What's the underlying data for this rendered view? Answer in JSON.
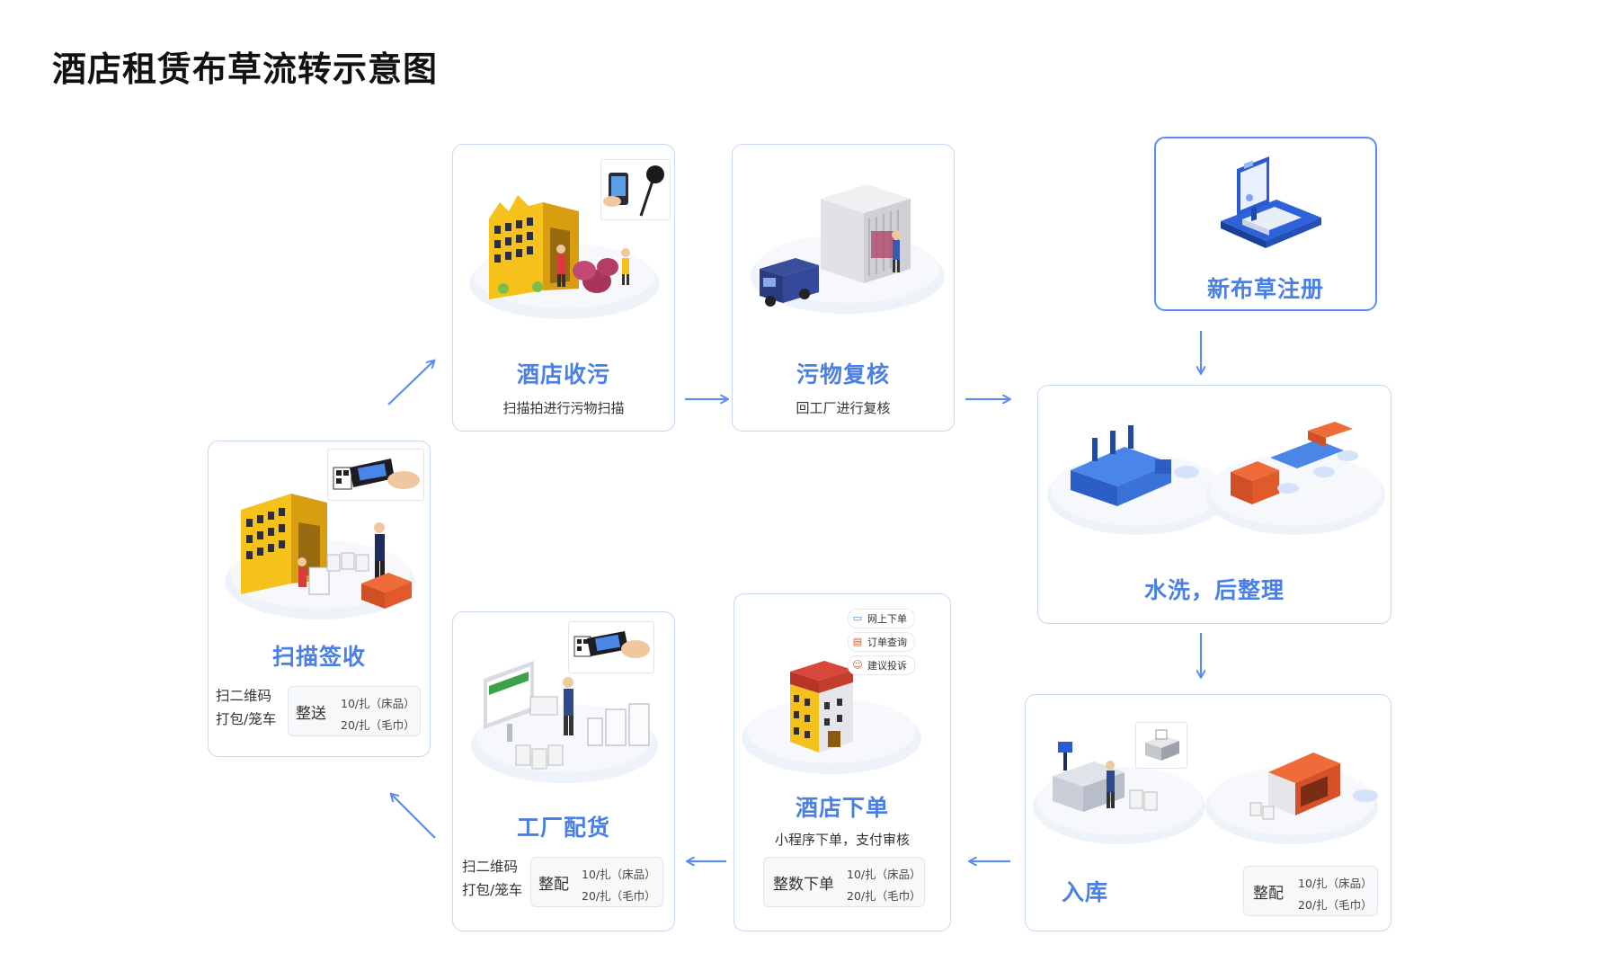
{
  "title": "酒店租赁布草流转示意图",
  "nodes": {
    "register": {
      "title": "新布草注册"
    },
    "collect": {
      "title": "酒店收污",
      "subtitle": "扫描拍进行污物扫描"
    },
    "recheck": {
      "title": "污物复核",
      "subtitle": "回工厂进行复核"
    },
    "wash": {
      "title": "水洗，后整理"
    },
    "storage": {
      "title": "入库",
      "tag": {
        "main": "整配",
        "lines": [
          "10/扎（床品）",
          "20/扎（毛巾）"
        ]
      }
    },
    "order": {
      "title": "酒店下单",
      "subtitle": "小程序下单，支付审核",
      "menu": [
        "网上下单",
        "订单查询",
        "建议投诉"
      ],
      "tag": {
        "main": "整数下单",
        "lines": [
          "10/扎（床品）",
          "20/扎（毛巾）"
        ]
      }
    },
    "distribute": {
      "title": "工厂配货",
      "notes": [
        "扫二维码",
        "打包/笼车"
      ],
      "tag": {
        "main": "整配",
        "lines": [
          "10/扎（床品）",
          "20/扎（毛巾）"
        ]
      }
    },
    "sign": {
      "title": "扫描签收",
      "notes": [
        "扫二维码",
        "打包/笼车"
      ],
      "tag": {
        "main": "整送",
        "lines": [
          "10/扎（床品）",
          "20/扎（毛巾）"
        ]
      }
    }
  },
  "colors": {
    "accent": "#4a7fe3",
    "border": "#c9d8f3",
    "arrow": "#5b8def"
  }
}
